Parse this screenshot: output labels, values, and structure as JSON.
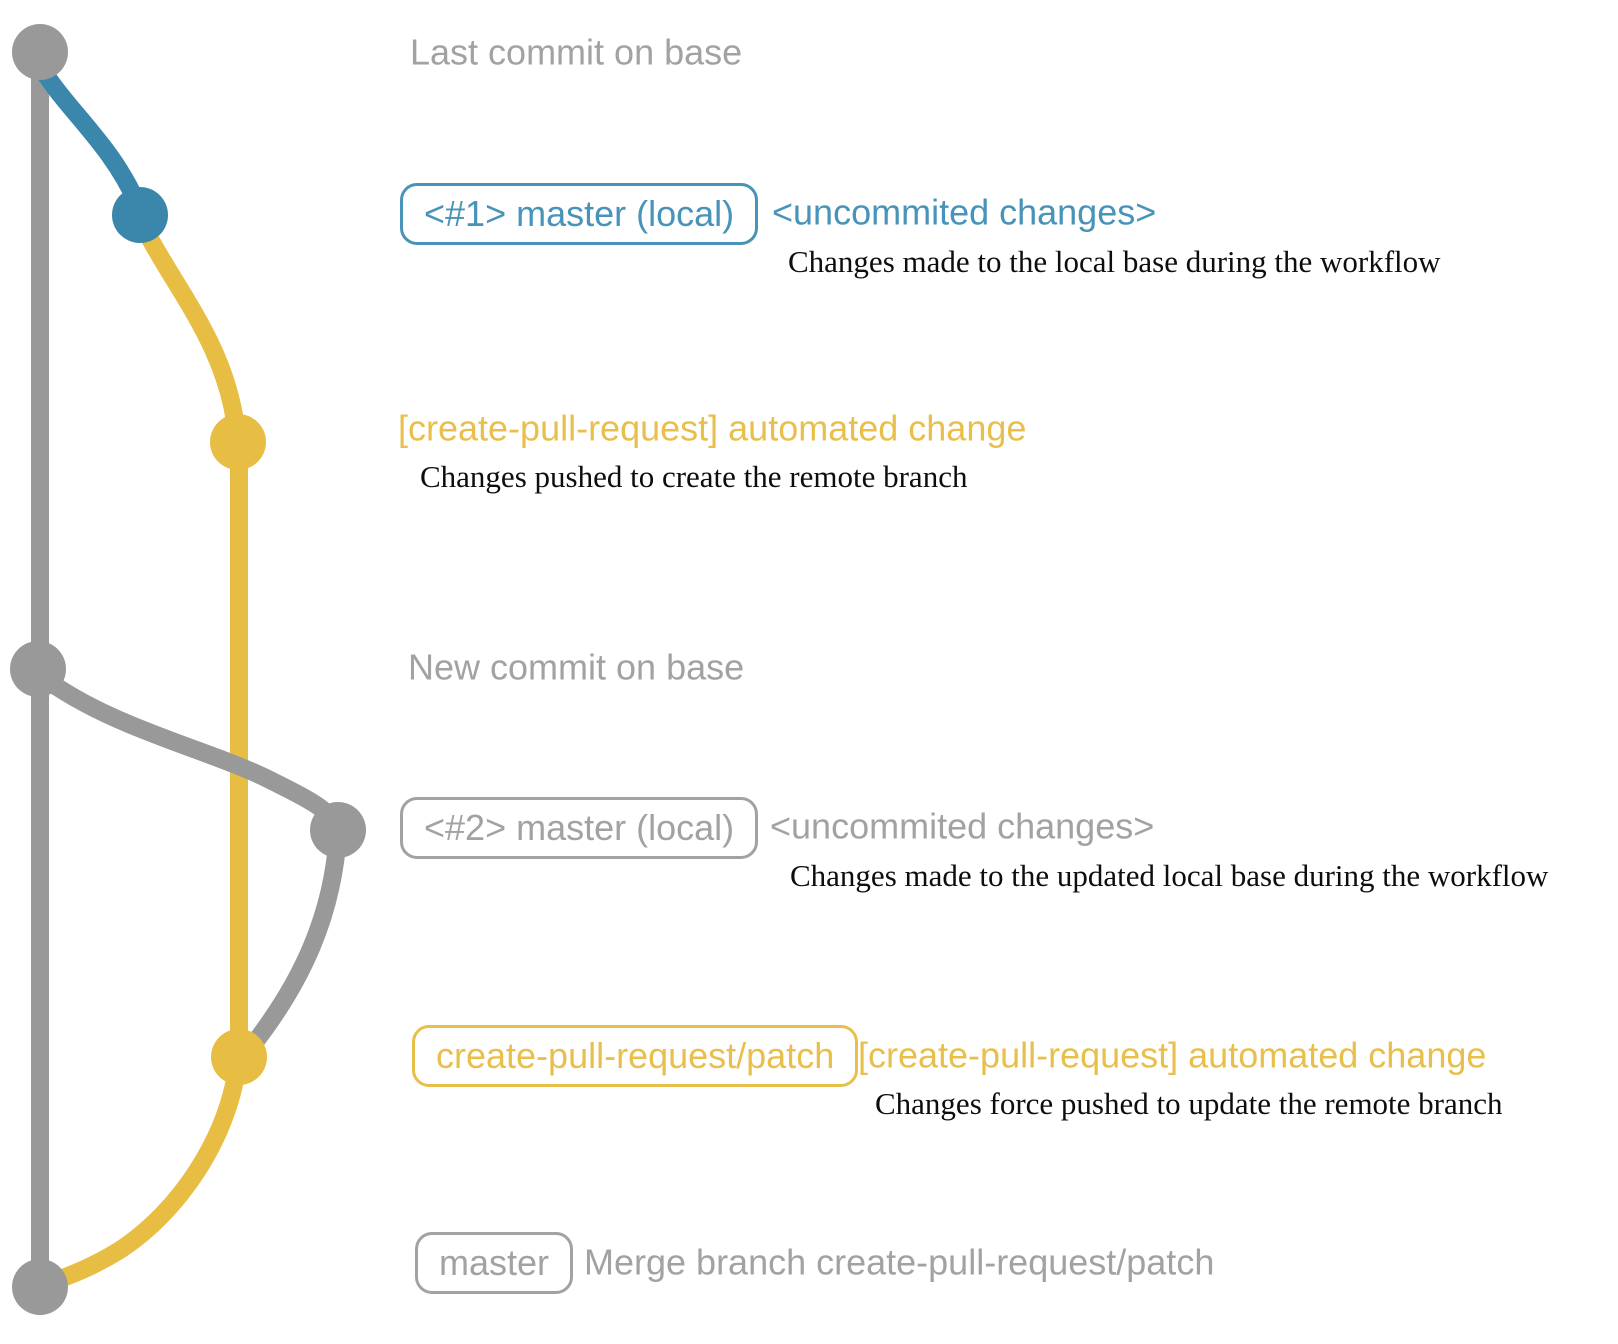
{
  "colors": {
    "graph-gray": "#999999",
    "ui-gray": "#a2a2a2",
    "blue": "#3a87ab",
    "blue-text": "#4793b9",
    "yellow": "#e8bd43",
    "yellow-text": "#e9bf4b",
    "ink": "#0d0d0d",
    "bg": "#ffffff"
  },
  "annotations": {
    "last_commit": {
      "text": "Last commit on base"
    },
    "commit1": {
      "ref_box": "<#1> master (local)",
      "message": "<uncommited changes>",
      "description": "Changes made to the local base during the workflow"
    },
    "push1": {
      "message": "[create-pull-request] automated change",
      "description": "Changes pushed to create the remote branch"
    },
    "new_commit": {
      "text": "New commit on base"
    },
    "commit2": {
      "ref_box": "<#2> master (local)",
      "message": "<uncommited changes>",
      "description": "Changes made to the updated local base during the workflow"
    },
    "push2": {
      "ref_box": "create-pull-request/patch",
      "message": "[create-pull-request] automated change",
      "description": "Changes force pushed to update the remote branch"
    },
    "merge": {
      "ref_box": "master",
      "message": "Merge branch create-pull-request/patch"
    }
  }
}
